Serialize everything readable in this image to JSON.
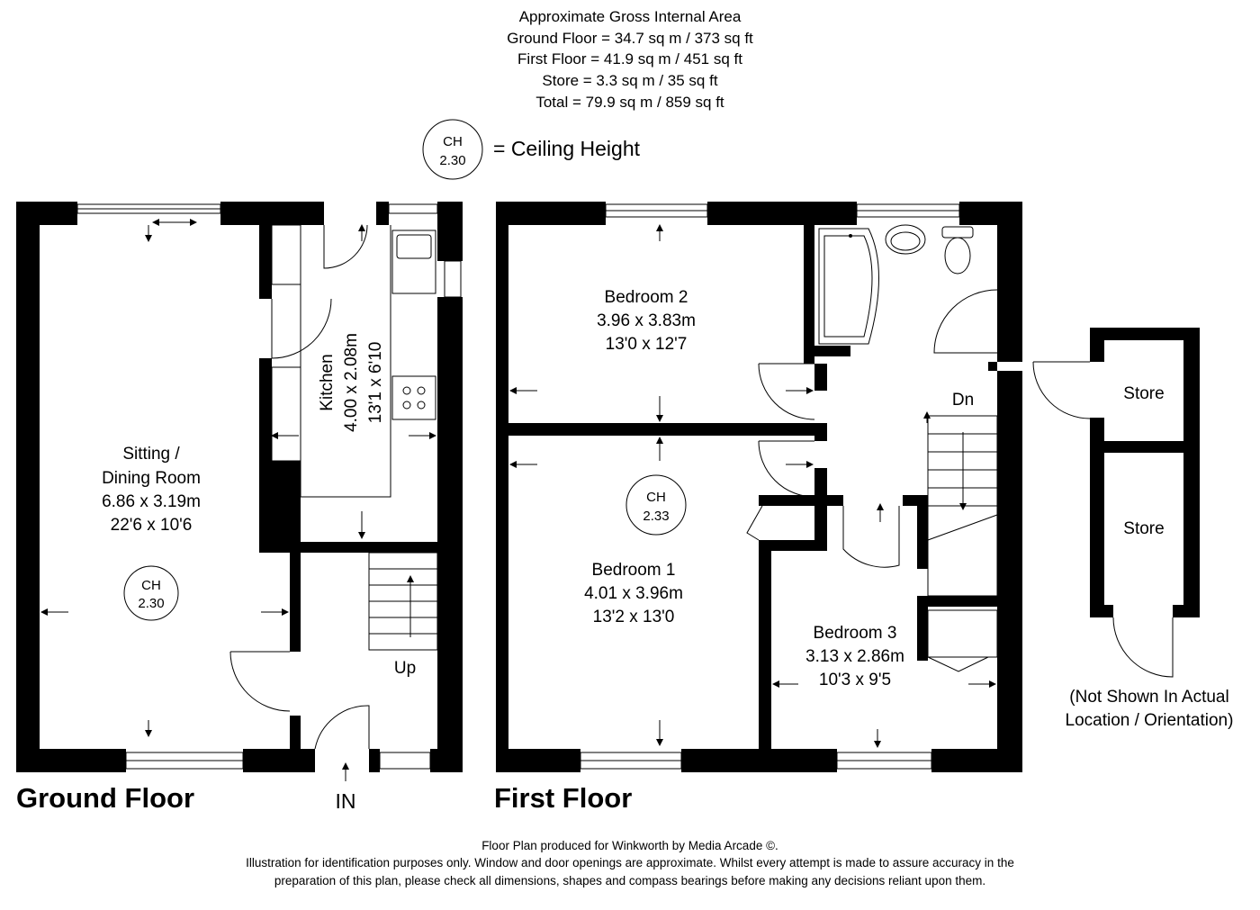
{
  "header": {
    "line1": "Approximate Gross Internal Area",
    "line2": "Ground Floor = 34.7 sq m / 373 sq ft",
    "line3": "First Floor = 41.9 sq m / 451 sq ft",
    "line4": "Store = 3.3 sq m / 35 sq ft",
    "line5": "Total = 79.9 sq m / 859 sq ft"
  },
  "legend": {
    "ch_label": "CH",
    "ch_value": "2.30",
    "meaning": "= Ceiling Height"
  },
  "ground_floor": {
    "title": "Ground Floor",
    "entrance": "IN",
    "stairs_label": "Up",
    "sitting": {
      "name1": "Sitting /",
      "name2": "Dining Room",
      "metric": "6.86 x 3.19m",
      "imperial": "22'6 x 10'6"
    },
    "kitchen": {
      "name": "Kitchen",
      "metric": "4.00 x 2.08m",
      "imperial": "13'1 x 6'10"
    },
    "ceiling": {
      "label": "CH",
      "value": "2.30"
    }
  },
  "first_floor": {
    "title": "First Floor",
    "stairs_label": "Dn",
    "bedroom2": {
      "name": "Bedroom 2",
      "metric": "3.96 x 3.83m",
      "imperial": "13'0 x 12'7"
    },
    "bedroom1": {
      "name": "Bedroom 1",
      "metric": "4.01 x 3.96m",
      "imperial": "13'2 x 13'0"
    },
    "bedroom3": {
      "name": "Bedroom 3",
      "metric": "3.13 x 2.86m",
      "imperial": "10'3 x 9'5"
    },
    "ceiling": {
      "label": "CH",
      "value": "2.33"
    }
  },
  "stores": {
    "store_a": "Store",
    "store_b": "Store",
    "note1": "(Not Shown In Actual",
    "note2": "Location / Orientation)"
  },
  "footer": {
    "line1": "Floor Plan produced for Winkworth by Media Arcade ©.",
    "line2": "Illustration for identification purposes only. Window and door openings are approximate. Whilst every attempt is made to assure accuracy in the",
    "line3": "preparation of this plan, please check all dimensions, shapes and compass bearings before making any decisions reliant upon them."
  }
}
